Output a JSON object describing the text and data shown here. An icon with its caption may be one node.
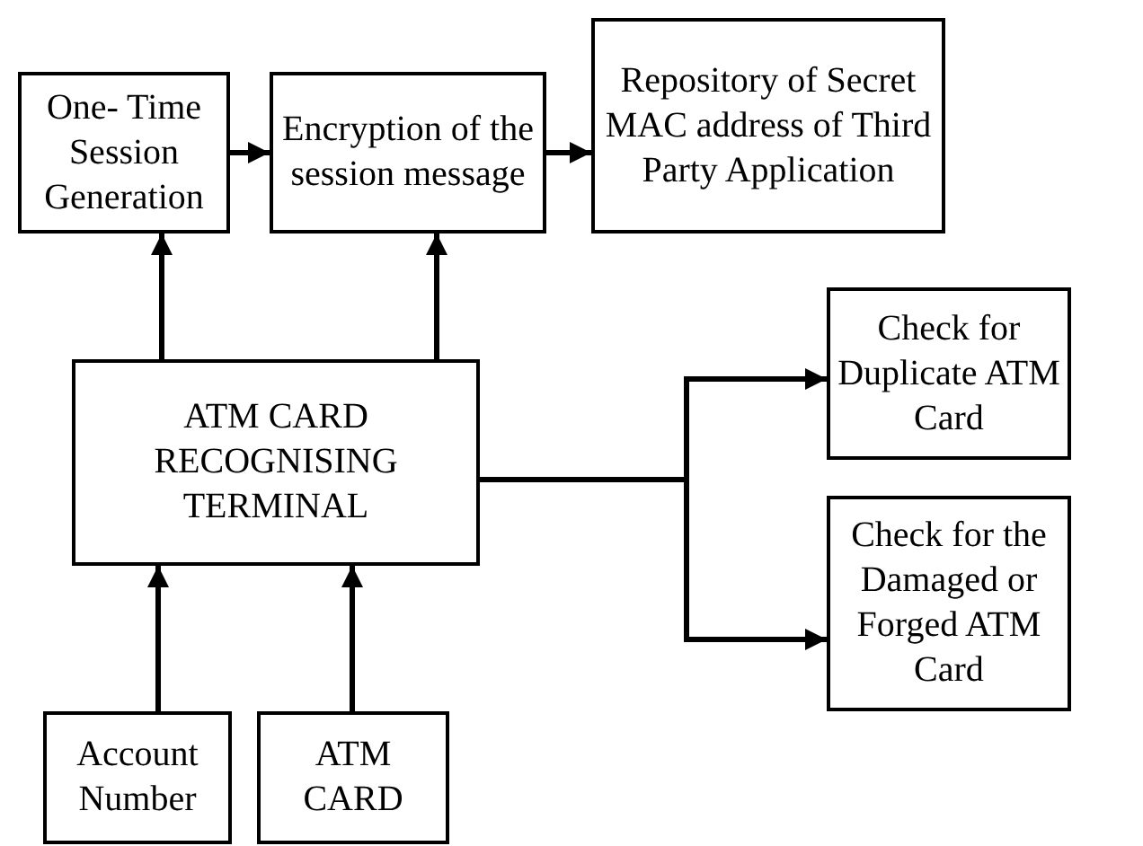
{
  "diagram": {
    "nodes": [
      {
        "text": [
          "One- Time Session Generation"
        ]
      },
      {
        "text": [
          "Encryption of the session message"
        ]
      },
      {
        "text": [
          "Repository of Secret MAC address of Third Party Application"
        ]
      },
      {
        "text": [
          "ATM CARD RECOGNISING TERMINAL"
        ]
      },
      {
        "text": [
          "Check for Duplicate ATM Card"
        ]
      },
      {
        "text": [
          "Check for the Damaged or Forged ATM Card"
        ]
      },
      {
        "text": [
          "Account Number"
        ]
      },
      {
        "text": [
          "ATM CARD"
        ]
      }
    ],
    "edges": [
      {
        "from": 0,
        "to": 1,
        "arrow": "to"
      },
      {
        "from": 1,
        "to": 2,
        "arrow": "to"
      },
      {
        "from": 3,
        "to": 0,
        "arrow": "to"
      },
      {
        "from": 3,
        "to": 1,
        "arrow": "to"
      },
      {
        "from": 3,
        "to": 4,
        "arrow": "to"
      },
      {
        "from": 3,
        "to": 5,
        "arrow": "to"
      },
      {
        "from": 6,
        "to": 3,
        "arrow": "to"
      },
      {
        "from": 7,
        "to": 3,
        "arrow": "to"
      }
    ]
  }
}
